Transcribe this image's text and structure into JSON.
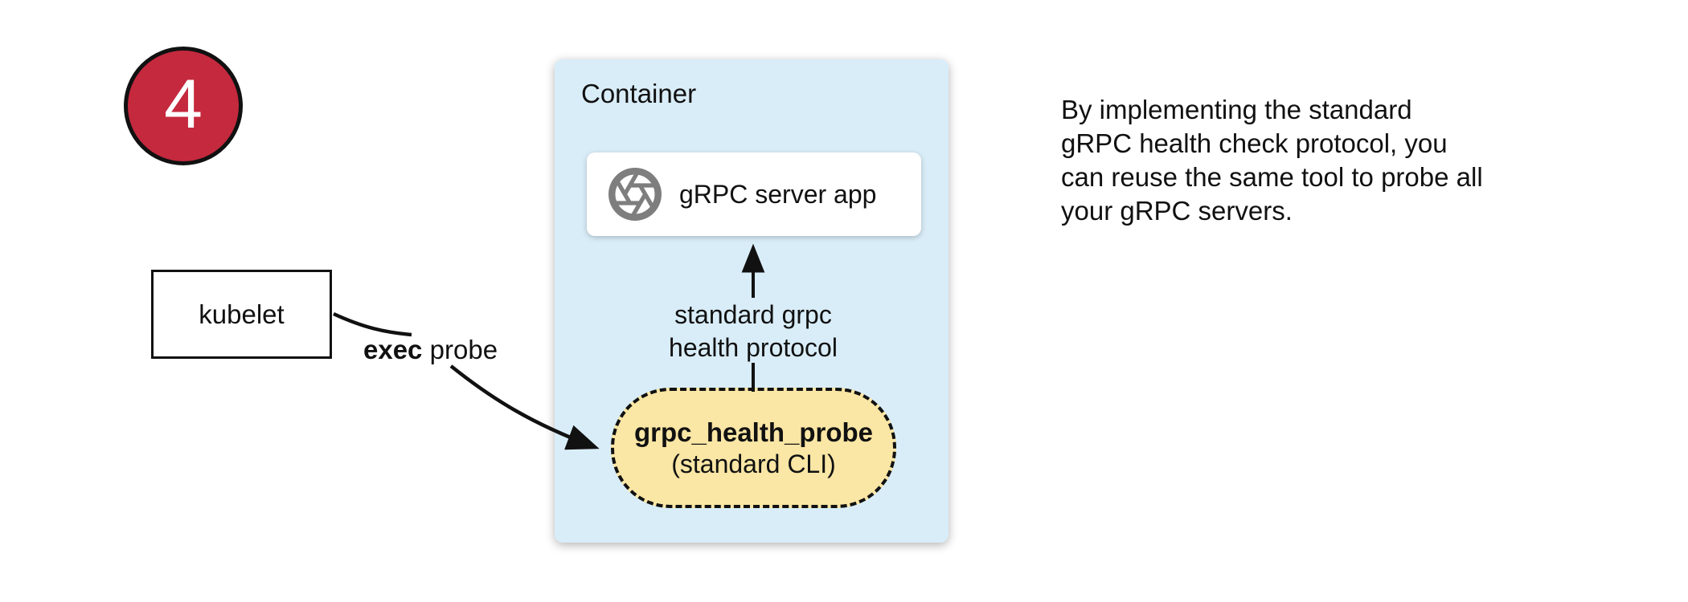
{
  "colors": {
    "badge_red": "#C5293E",
    "container_blue": "#D9EDF8",
    "probe_yellow": "#FAE6A5",
    "icon_gray": "#7E7E7E",
    "ink": "#111111"
  },
  "step_badge": {
    "number": "4"
  },
  "kubelet": {
    "label": "kubelet"
  },
  "container": {
    "label": "Container"
  },
  "server_app": {
    "label": "gRPC server app",
    "icon": "aperture-icon"
  },
  "probe": {
    "title": "grpc_health_probe",
    "subtitle": "(standard CLI)"
  },
  "edges": {
    "exec_probe": {
      "bold": "exec",
      "rest": "probe"
    },
    "health_protocol": {
      "line1": "standard grpc",
      "line2": "health protocol"
    }
  },
  "caption": {
    "lines": [
      "By implementing the standard",
      "gRPC health check protocol, you",
      "can reuse the same tool to probe all",
      "your gRPC servers."
    ]
  }
}
